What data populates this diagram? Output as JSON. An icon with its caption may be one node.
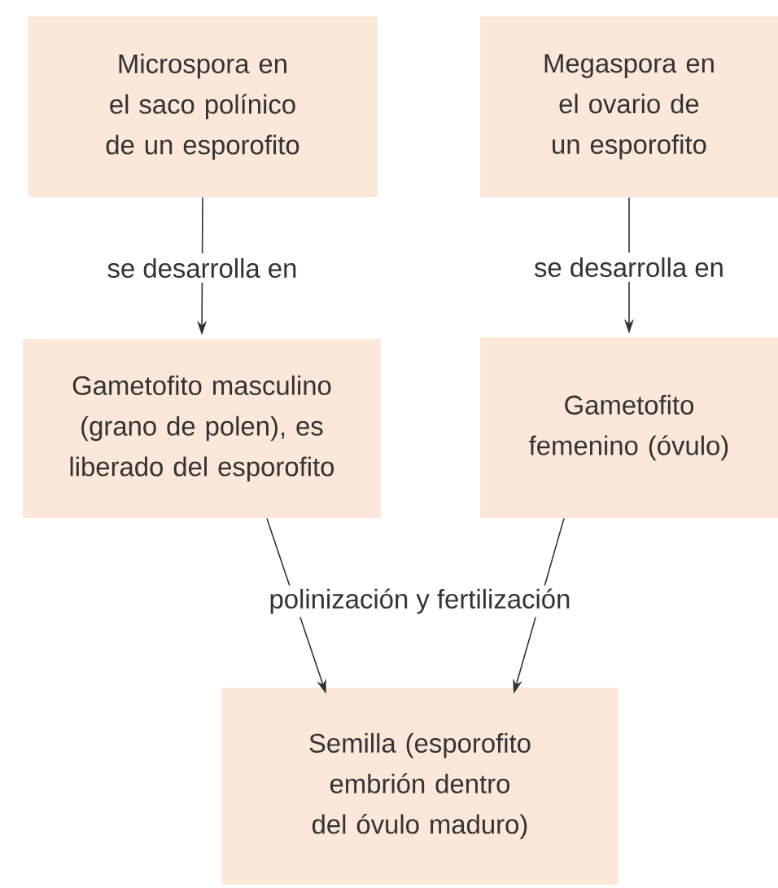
{
  "diagram": {
    "nodes": [
      {
        "text": [
          "Microspora en el saco polínico de un esporofito"
        ]
      },
      {
        "text": [
          "Megaspora en el ovario de un esporofito"
        ]
      },
      {
        "text": [
          "Gametofito masculino (grano de polen), es liberado del esporofito"
        ]
      },
      {
        "text": [
          "Gametofito femenino (óvulo)"
        ]
      },
      {
        "text": [
          "Semilla (esporofito embrión dentro del óvulo maduro)"
        ]
      }
    ],
    "edges": [
      {
        "from": 0,
        "to": 2,
        "arrow": "to",
        "label": "se desarrolla en"
      },
      {
        "from": 1,
        "to": 3,
        "arrow": "to",
        "label": "se desarrolla en"
      },
      {
        "from": 2,
        "to": 4,
        "arrow": "to"
      },
      {
        "from": 3,
        "to": 4,
        "arrow": "to"
      }
    ],
    "labels": [
      "polinización y fertilización"
    ]
  }
}
